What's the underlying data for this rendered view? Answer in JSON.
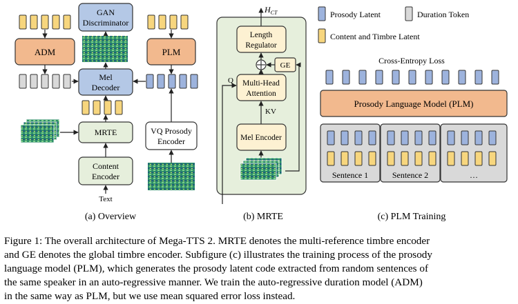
{
  "overview": {
    "gan_label": [
      "GAN",
      "Discriminator"
    ],
    "adm_label": "ADM",
    "plm_label": "PLM",
    "mel_decoder_label": [
      "Mel",
      "Decoder"
    ],
    "mrte_label": "MRTE",
    "vq_label": [
      "VQ Prosody",
      "Encoder"
    ],
    "content_encoder_label": [
      "Content",
      "Encoder"
    ],
    "text_label": "Text",
    "subcaption": "(a) Overview"
  },
  "mrte": {
    "output_label": "H",
    "output_sub": "CT",
    "length_regulator_label": [
      "Length",
      "Regulator"
    ],
    "ge_label": "GE",
    "q_label": "Q",
    "attention_label": [
      "Multi-Head",
      "Attention"
    ],
    "kv_label": "KV",
    "mel_encoder_label": "Mel Encoder",
    "subcaption": "(b) MRTE"
  },
  "plm_training": {
    "legend_prosody": "Prosody Latent",
    "legend_duration": "Duration Token",
    "legend_content": "Content and Timbre Latent",
    "loss_label": "Cross-Entropy Loss",
    "plm_box_label": "Prosody Language Model (PLM)",
    "sentences": [
      "Sentence 1",
      "Sentence 2",
      "…"
    ],
    "subcaption": "(c) PLM Training"
  },
  "caption": {
    "lines": [
      "Figure 1: The overall architecture of Mega-TTS 2. MRTE denotes the multi-reference timbre encoder",
      "and GE denotes the global timbre encoder. Subfigure (c) illustrates the training process of the prosody",
      "language model (PLM), which generates the prosody latent code extracted from random sentences of",
      "the same speaker in an auto-regressive manner. We train the auto-regressive duration model (ADM)",
      "in the same way as PLM, but we use mean squared error loss instead."
    ]
  },
  "colors": {
    "prosody_latent": "#9db3dd",
    "content_latent": "#f7d67e",
    "duration_token": "#d9d9d9",
    "orange_box": "#f2b98e",
    "green_box": "#e6efdc",
    "cream_box": "#fdf1d2",
    "blue_box": "#b4c8e6",
    "mrte_panel": "#e6efdc"
  }
}
